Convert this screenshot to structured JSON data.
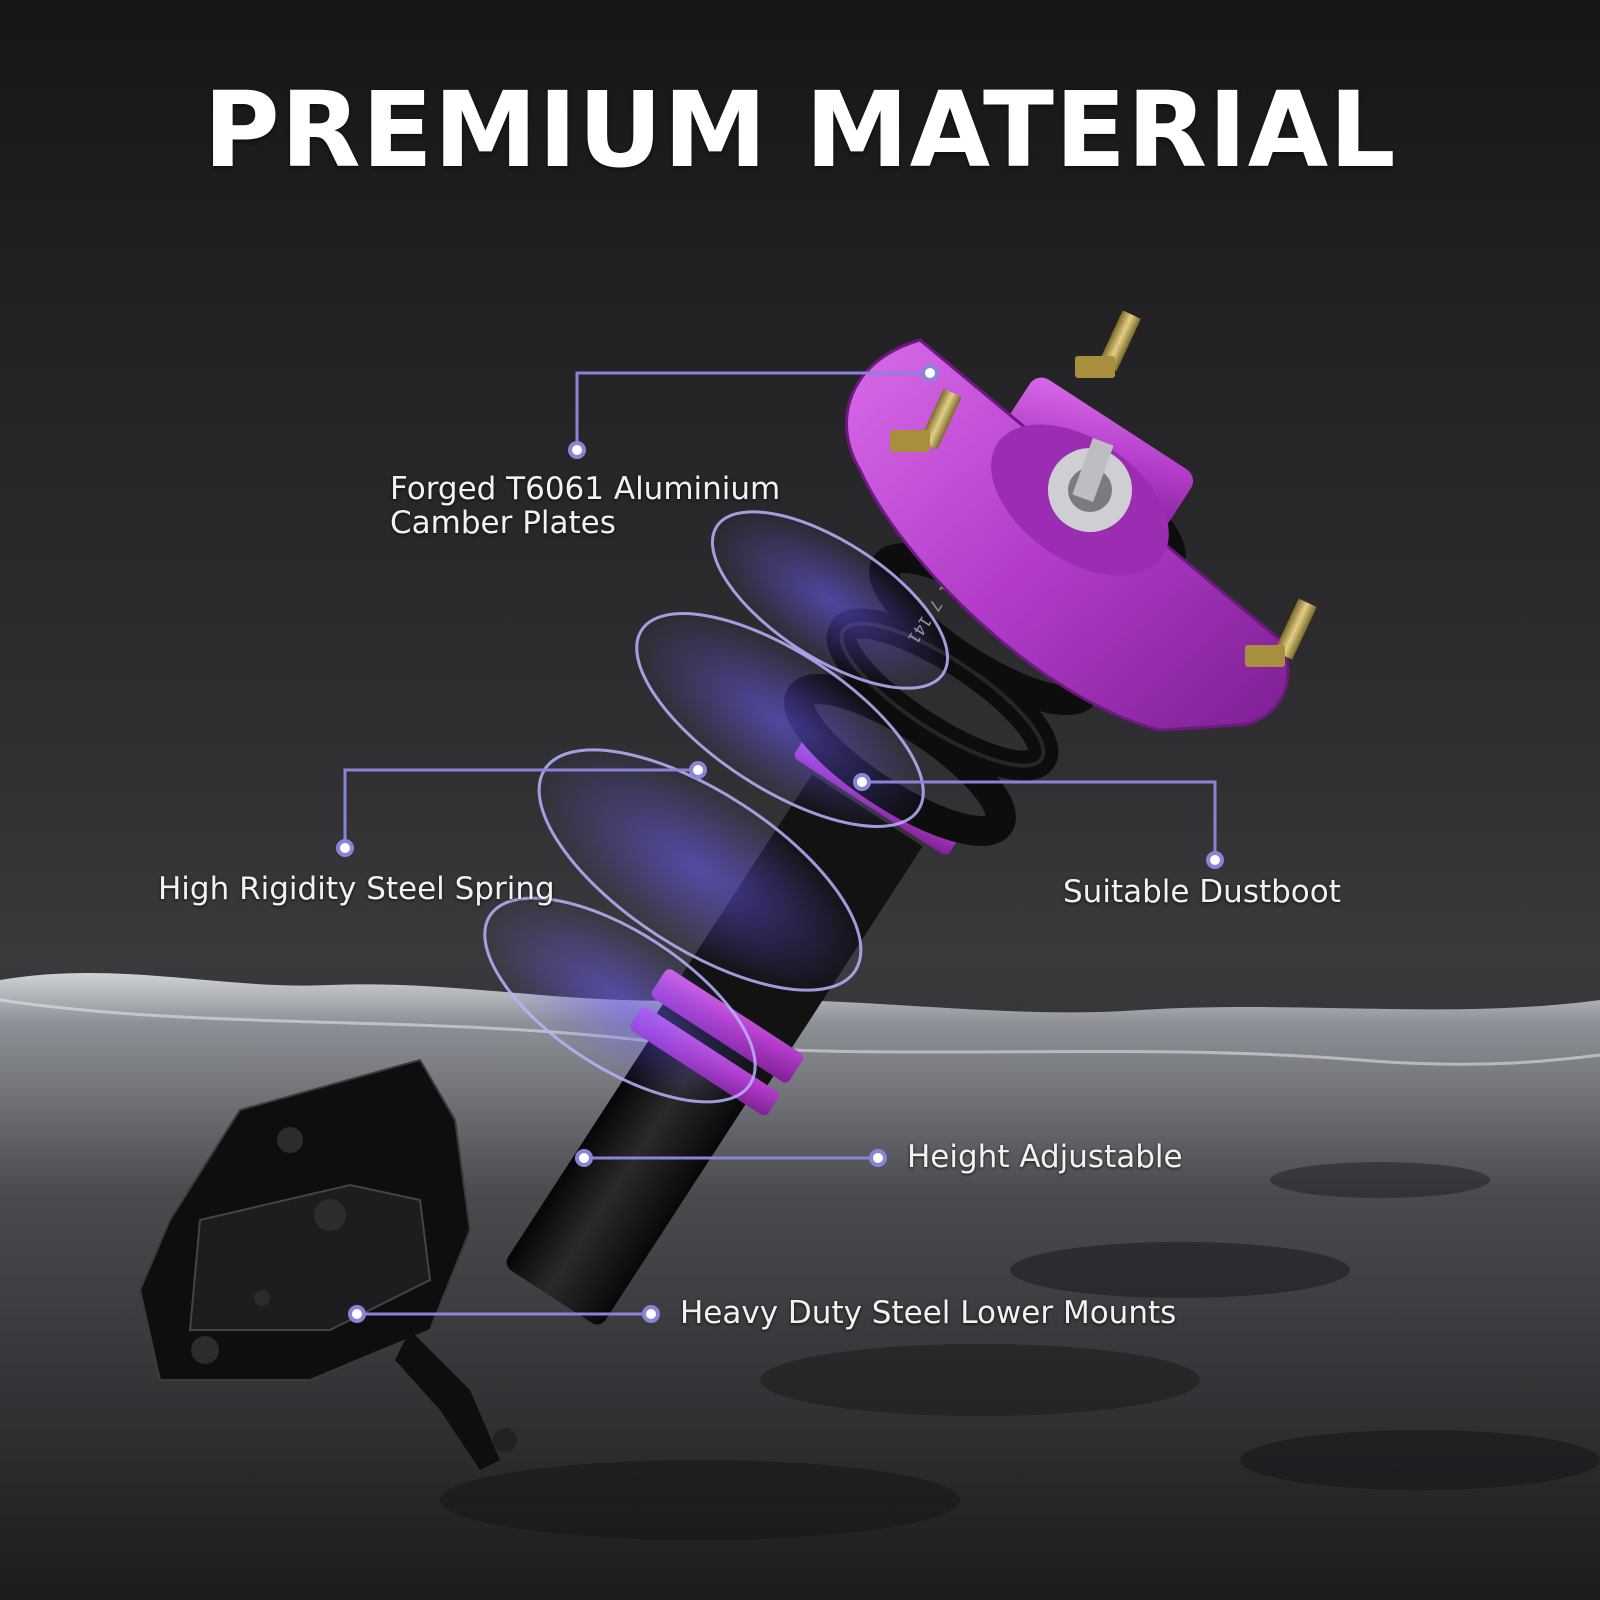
{
  "title": "PREMIUM MATERIAL",
  "callouts": {
    "camber_plates": [
      "Forged T6061 Aluminium",
      "Camber Plates"
    ],
    "steel_spring": "High Rigidity Steel Spring",
    "dustboot": "Suitable Dustboot",
    "height_adjustable": "Height Adjustable",
    "lower_mounts": "Heavy Duty Steel Lower Mounts"
  },
  "spring_marking": "880197 11 7 141",
  "colors": {
    "accent_purple": "#c149d6",
    "callout_line": "#8a84d6",
    "glow_ring": "#8f7cff",
    "spring_black": "#111111"
  }
}
